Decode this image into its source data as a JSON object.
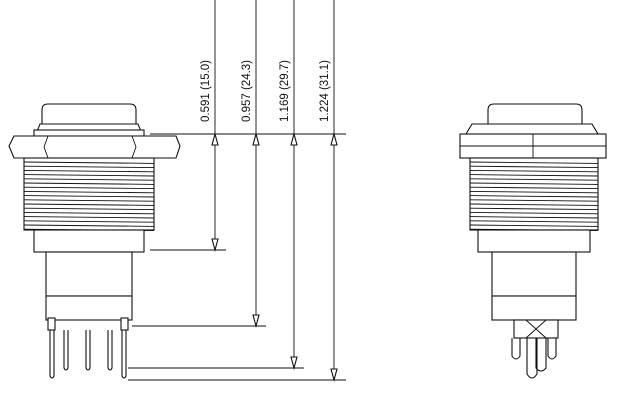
{
  "dimensions": [
    {
      "label": "0.591 (15.0)"
    },
    {
      "label": "0.957 (24.3)"
    },
    {
      "label": "1.169 (29.7)"
    },
    {
      "label": "1.224 (31.1)"
    }
  ],
  "colors": {
    "line": "#111111",
    "background": "#ffffff"
  }
}
